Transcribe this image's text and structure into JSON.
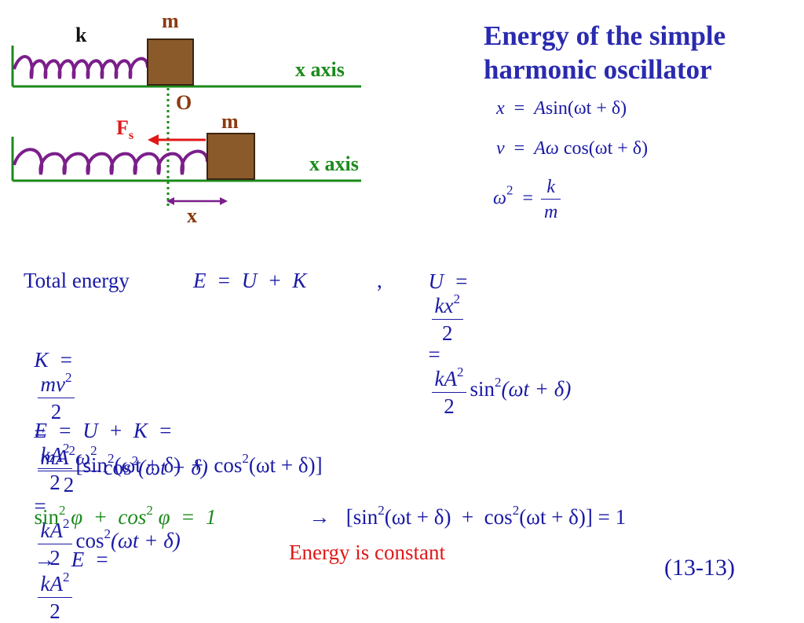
{
  "diagram": {
    "spring_label": "k",
    "mass_label_top": "m",
    "mass_label_bottom": "m",
    "axis_label_top": "x axis",
    "axis_label_bottom": "x axis",
    "origin_label": "O",
    "force_label": "F",
    "force_subscript": "s",
    "displacement_label": "x",
    "colors": {
      "spring": "#7b1f8a",
      "mass": "#8b5a2b",
      "axis": "#1b8a1b",
      "force": "#e01818",
      "label_mass": "#8b3a10"
    }
  },
  "title": "Energy of the simple harmonic oscillator",
  "equations": {
    "position": {
      "lhs": "x",
      "rhs_amp": "A",
      "rhs": "sin(ωt + δ)"
    },
    "velocity": {
      "lhs": "v",
      "rhs_amp": "Aω",
      "rhs": "cos(ωt + δ)"
    },
    "omega": {
      "lhs": "ω",
      "lhs_sup": "2",
      "num": "k",
      "den": "m"
    },
    "total_label": "Total energy",
    "total": "E  =  U  +  K",
    "comma": ",",
    "potential": {
      "lhs": "U  =",
      "f1_num": "kx",
      "f1_sup": "2",
      "f1_den": "2",
      "eq": "=",
      "f2_num": "kA",
      "f2_sup": "2",
      "f2_den": "2",
      "tail": "sin",
      "tail_sup": "2",
      "tail_arg": "(ωt + δ)"
    },
    "kinetic": {
      "lhs": "K  =",
      "f1_num": "mv",
      "f1_sup": "2",
      "f1_den": "2",
      "eq1": "=",
      "f2_num": "mA",
      "f2_sup_a": "2",
      "f2_num_b": "ω",
      "f2_sup_b": "2",
      "f2_den": "2",
      "mid": "cos",
      "mid_sup": "2",
      "mid_arg": "(ωt + δ)",
      "eq2": "=",
      "f3_num": "kA",
      "f3_sup": "2",
      "f3_den": "2",
      "tail": "cos",
      "tail_sup": "2",
      "tail_arg": "(ωt + δ)"
    },
    "energy_sum": {
      "lhs": "E  =  U  +  K  =",
      "f_num": "kA",
      "f_sup": "2",
      "f_den": "2",
      "b1": "[sin",
      "b1_sup": "2",
      "b1_arg": "(ωt + δ)  +  cos",
      "b2_sup": "2",
      "b2_arg": "(ωt + δ)]"
    },
    "identity": {
      "a": "sin",
      "a_sup": "2",
      "a_var": "φ  +  cos",
      "b_sup": "2",
      "b_var": "φ  =  1"
    },
    "identity_applied": {
      "arrow": "→",
      "a": "[sin",
      "a_sup": "2",
      "a_arg": "(ωt + δ)  +  cos",
      "b_sup": "2",
      "b_arg": "(ωt + δ)] = 1"
    },
    "result": {
      "arrow": "→",
      "lhs": "E  =",
      "num": "kA",
      "sup": "2",
      "den": "2"
    },
    "note": "Energy is constant",
    "eq_number": "(13-13)"
  }
}
